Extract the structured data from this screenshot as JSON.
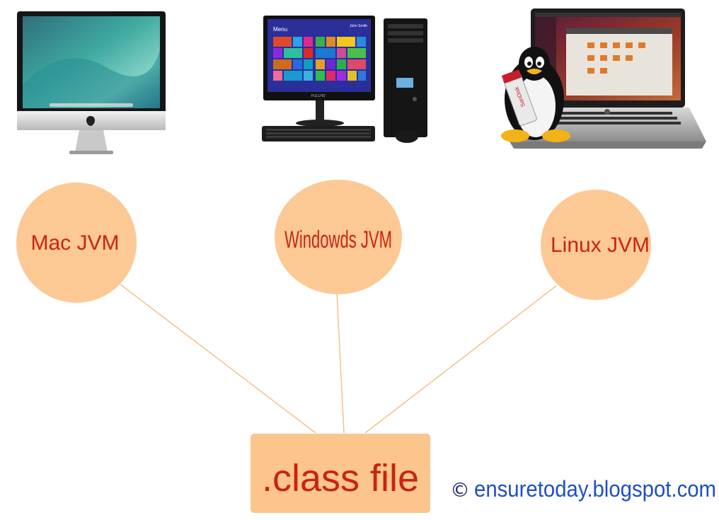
{
  "diagram": {
    "nodes": {
      "mac": "Mac JVM",
      "windows": "Windowds JVM",
      "linux": "Linux JVM"
    },
    "class_file": ".class file",
    "credit_symbol": "©",
    "credit_text": "ensuretoday.blogspot.com"
  },
  "images": {
    "windows_screen_menu": "Menu",
    "windows_user": "John Smith",
    "monitor_brand": "FULLHD",
    "usb_brand": "SanDisk"
  },
  "colors": {
    "node_fill": "#fcc995",
    "class_fill": "#fbc58d",
    "connector": "#f5c08a",
    "label_text": "#c8250e",
    "credit_text": "#1f4fc4"
  }
}
